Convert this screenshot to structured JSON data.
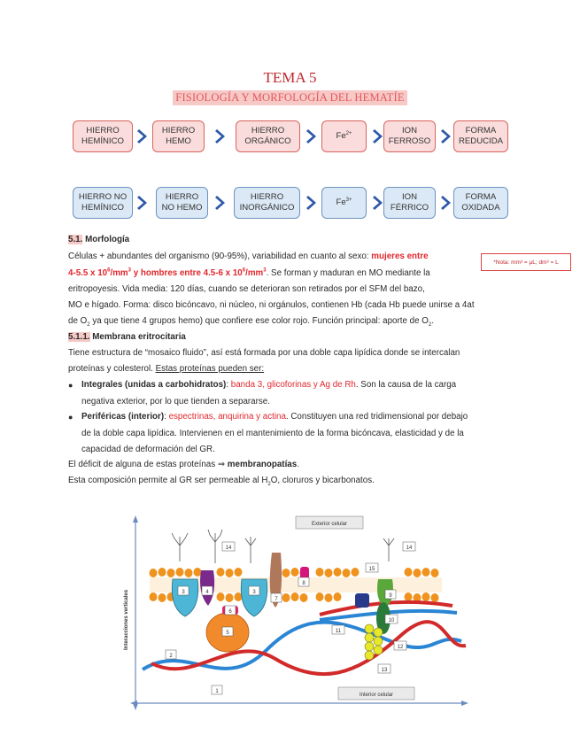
{
  "header": {
    "title": "TEMA 5",
    "subtitle": "FISIOLOGÍA Y MORFOLOGÍA DEL HEMATÍE"
  },
  "flow_top": [
    {
      "line1": "HIERRO",
      "line2": "HEMÍNICO"
    },
    {
      "line1": "HIERRO",
      "line2": "HEMO"
    },
    {
      "line1": "HIERRO",
      "line2": "ORGÁNICO"
    },
    {
      "line1": "Fe",
      "sup": "2+"
    },
    {
      "line1": "ION",
      "line2": "FERROSO"
    },
    {
      "line1": "FORMA",
      "line2": "REDUCIDA"
    }
  ],
  "flow_bottom": [
    {
      "line1": "HIERRO NO",
      "line2": "HEMÍNICO"
    },
    {
      "line1": "HIERRO",
      "line2": "NO HEMO"
    },
    {
      "line1": "HIERRO",
      "line2": "INORGÁNICO"
    },
    {
      "line1": "Fe",
      "sup": "3+"
    },
    {
      "line1": "ION",
      "line2": "FÉRRICO"
    },
    {
      "line1": "FORMA",
      "line2": "OXIDADA"
    }
  ],
  "colors": {
    "accent_red": "#e0262c",
    "box_red_bg": "#f9dcdb",
    "box_blue_bg": "#dbe8f5",
    "arrow_blue": "#2e59a8"
  },
  "section_51": {
    "num": "5.1.",
    "title": " Morfología",
    "p1_a": "Células + abundantes del organismo (90-95%), variabilidad en cuanto al sexo: ",
    "p1_red_a": "mujeres entre",
    "p1_red_b": "4-5.5 x 10",
    "p1_red_sup1": "6",
    "p1_red_c": "/mm",
    "p1_red_sup2": "3",
    "p1_red_d": " y hombres entre 4.5-6 x 10",
    "p1_red_sup3": "6",
    "p1_red_e": "/mm",
    "p1_red_sup4": "3",
    "p1_b": ". Se forman y maduran en MO mediante la",
    "p1_line3": "eritropoyesis. Vida media: 120 días, cuando se deterioran son retirados por el SFM del bazo,",
    "p1_line4": "MO e hígado. Forma: disco bicóncavo, ni núcleo, ni orgánulos, contienen Hb (cada Hb puede unirse a 4at",
    "p1_line5_a": "de O",
    "p1_line5_sub": "2",
    "p1_line5_b": " ya que tiene 4 grupos hemo) que confiere ese color rojo. Función principal: aporte de O",
    "p1_line5_sub2": "2",
    "p1_line5_c": "."
  },
  "note": {
    "text": "*Nota: mm³ = μL; dm³ = L"
  },
  "section_511": {
    "num": "5.1.1.",
    "title": " Membrana eritrocitaria",
    "line1": "Tiene estructura de “mosaico fluido”, así está formada por una doble capa lipídica donde se intercalan",
    "line2_a": "proteínas y colesterol. ",
    "line2_u": "Estas proteínas pueden ser:",
    "b1_bold": "Integrales (unidas a carbohidratos)",
    "b1_colon": ": ",
    "b1_red": "banda 3, glicoforinas y Ag de Rh",
    "b1_rest": ". Son la causa de la carga",
    "b1_line2": "negativa exterior, por lo que tienden a separarse.",
    "b2_bold": "Periféricas (interior)",
    "b2_colon": ": ",
    "b2_red": "espectrinas, anquirina y actina",
    "b2_rest": ". Constituyen una red tridimensional por debajo",
    "b2_line2": "de la doble capa lipídica. Intervienen en el mantenimiento de la forma bicóncava, elasticidad y de la",
    "b2_line3": "capacidad de deformación del GR.",
    "line3_a": "El déficit de alguna de estas proteínas ",
    "line3_arrow": "⇒",
    "line3_bold": " membranopatías",
    "line3_c": ".",
    "line4_a": "Esta composición permite al GR ser permeable al H",
    "line4_sub": "2",
    "line4_b": "O, cloruros y bicarbonatos."
  },
  "diagram": {
    "exterior_label": "Exterior celular",
    "interior_label": "Interior celular",
    "axis_label": "Interacciones verticales",
    "numbers": [
      "1",
      "2",
      "3",
      "4",
      "3",
      "5",
      "6",
      "7",
      "8",
      "9",
      "10",
      "11",
      "12",
      "13",
      "14",
      "14",
      "15"
    ]
  }
}
